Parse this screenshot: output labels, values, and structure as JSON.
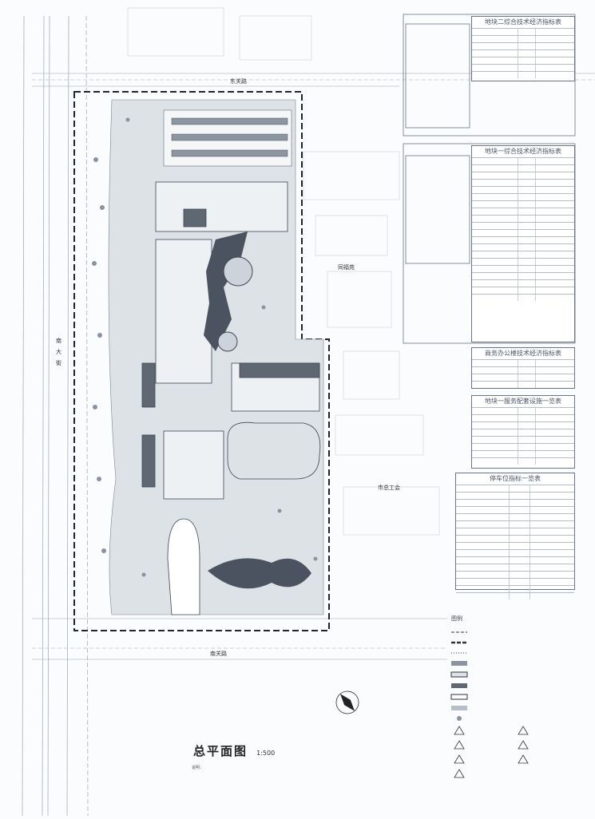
{
  "drawing": {
    "title": "总平面图",
    "scale": "1:500",
    "notes_heading": "说明：",
    "notes": [
      "",
      "",
      "",
      "",
      "",
      ""
    ]
  },
  "streets": {
    "north": "东关路",
    "south": "南关路",
    "east_upper": "同福苑",
    "east_lower": "市总工会",
    "west": "南大街"
  },
  "tables": [
    {
      "title": "地块二综合技术经济指标表",
      "rows": 7
    },
    {
      "title": "地块一综合技术经济指标表",
      "rows": 20
    },
    {
      "title": "商务办公楼技术经济指标表",
      "rows": 4
    },
    {
      "title": "地块一服务配套设施一览表",
      "rows": 8
    },
    {
      "title": "停车位指标一览表",
      "rows": 16
    }
  ],
  "legend": {
    "heading": "图例",
    "items": [
      "",
      "",
      "",
      "",
      "",
      "",
      "",
      "",
      ""
    ]
  },
  "colors": {
    "line": "#3d4653",
    "paper": "#fbfcfd",
    "building": "#5e6772",
    "tree": "#8a939e"
  }
}
